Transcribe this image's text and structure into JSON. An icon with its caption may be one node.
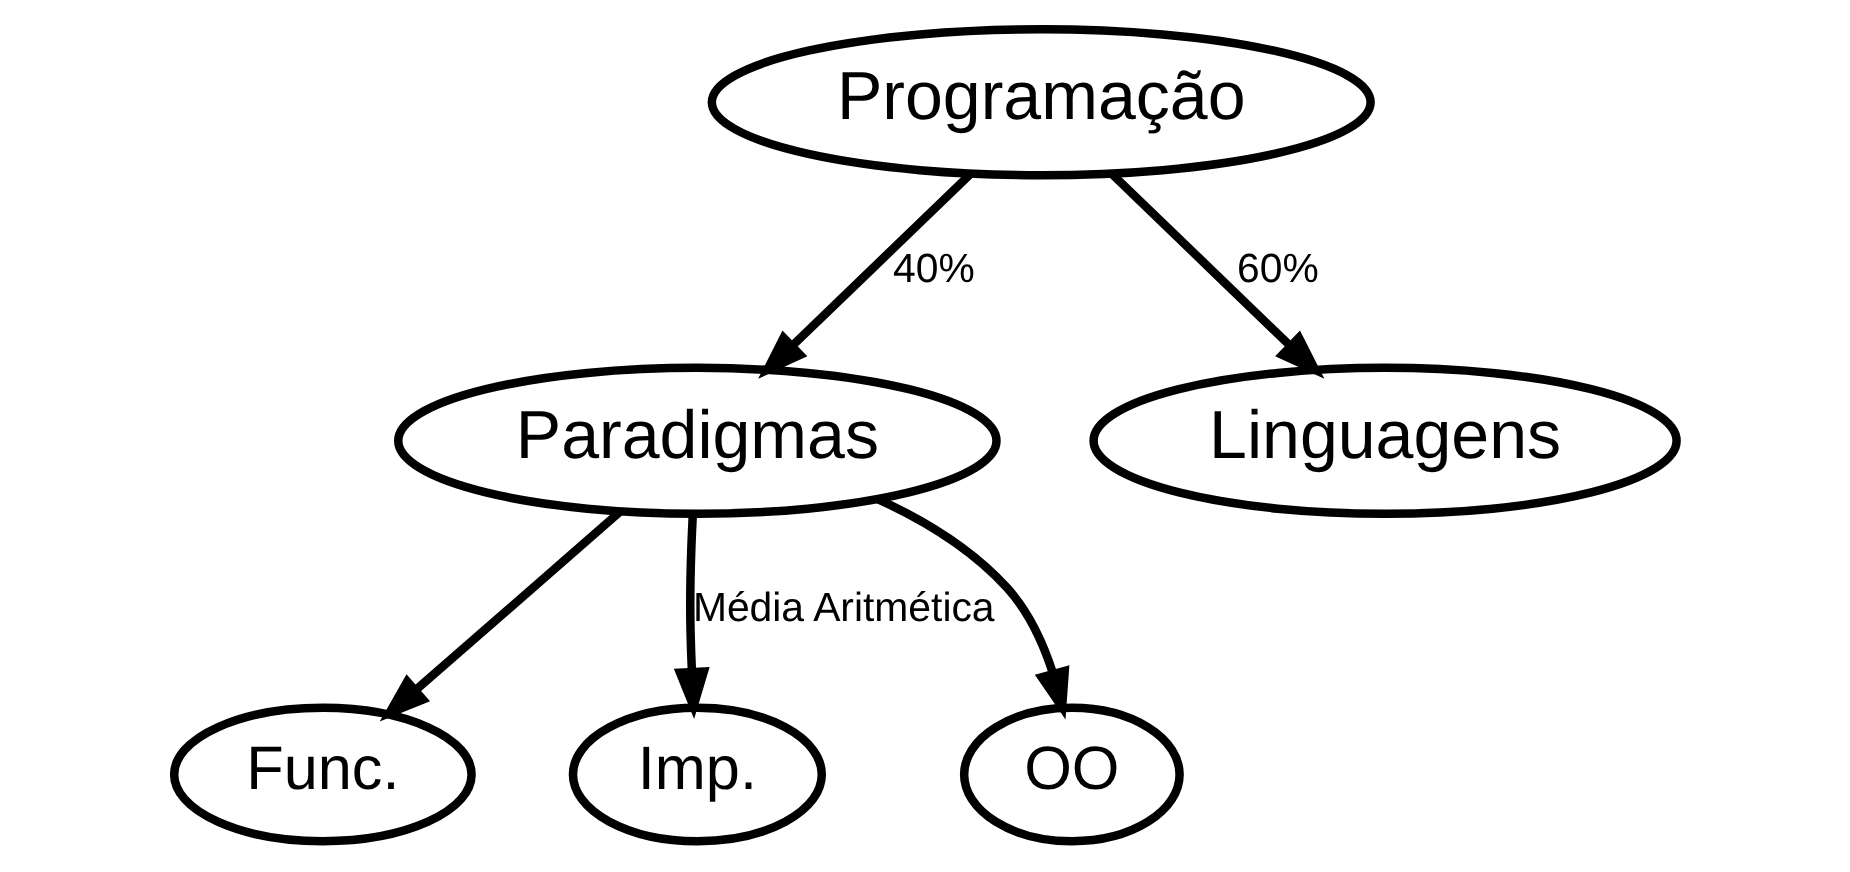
{
  "diagram": {
    "nodes": [
      {
        "text": [
          "Programação"
        ]
      },
      {
        "text": [
          "Paradigmas"
        ]
      },
      {
        "text": [
          "Linguagens"
        ]
      },
      {
        "text": [
          "Func."
        ]
      },
      {
        "text": [
          "Imp."
        ]
      },
      {
        "text": [
          "OO"
        ]
      }
    ],
    "edges": [
      {
        "from": 0,
        "to": 1,
        "arrow": "to",
        "label": "40%"
      },
      {
        "from": 0,
        "to": 2,
        "arrow": "to",
        "label": "60%"
      },
      {
        "from": 1,
        "to": 3,
        "arrow": "to"
      },
      {
        "from": 1,
        "to": 4,
        "arrow": "to",
        "label": "Média Aritmética"
      },
      {
        "from": 1,
        "to": 5,
        "arrow": "to"
      }
    ]
  }
}
